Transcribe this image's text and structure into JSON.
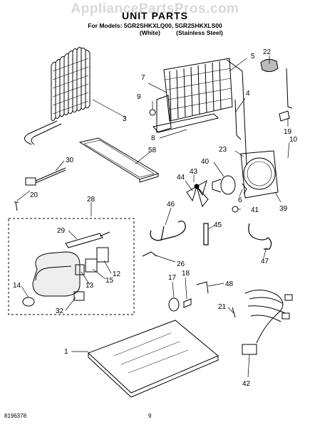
{
  "watermark": "AppliancePartsPros.com",
  "title": "UNIT PARTS",
  "models_line": "For Models: 5GR2SHKXLQ00, 5GR2SHKXLS00",
  "variants": [
    "(White)",
    "(Stainless Steel)"
  ],
  "callouts": [
    "3",
    "22",
    "7",
    "5",
    "9",
    "4",
    "8",
    "19",
    "30",
    "58",
    "23",
    "10",
    "20",
    "40",
    "43",
    "44",
    "46",
    "6",
    "41",
    "28",
    "45",
    "39",
    "29",
    "47",
    "26",
    "12",
    "15",
    "13",
    "17",
    "18",
    "48",
    "14",
    "21",
    "32",
    "1",
    "42"
  ],
  "footer": {
    "doc_number": "8196378",
    "page_number": "9"
  }
}
